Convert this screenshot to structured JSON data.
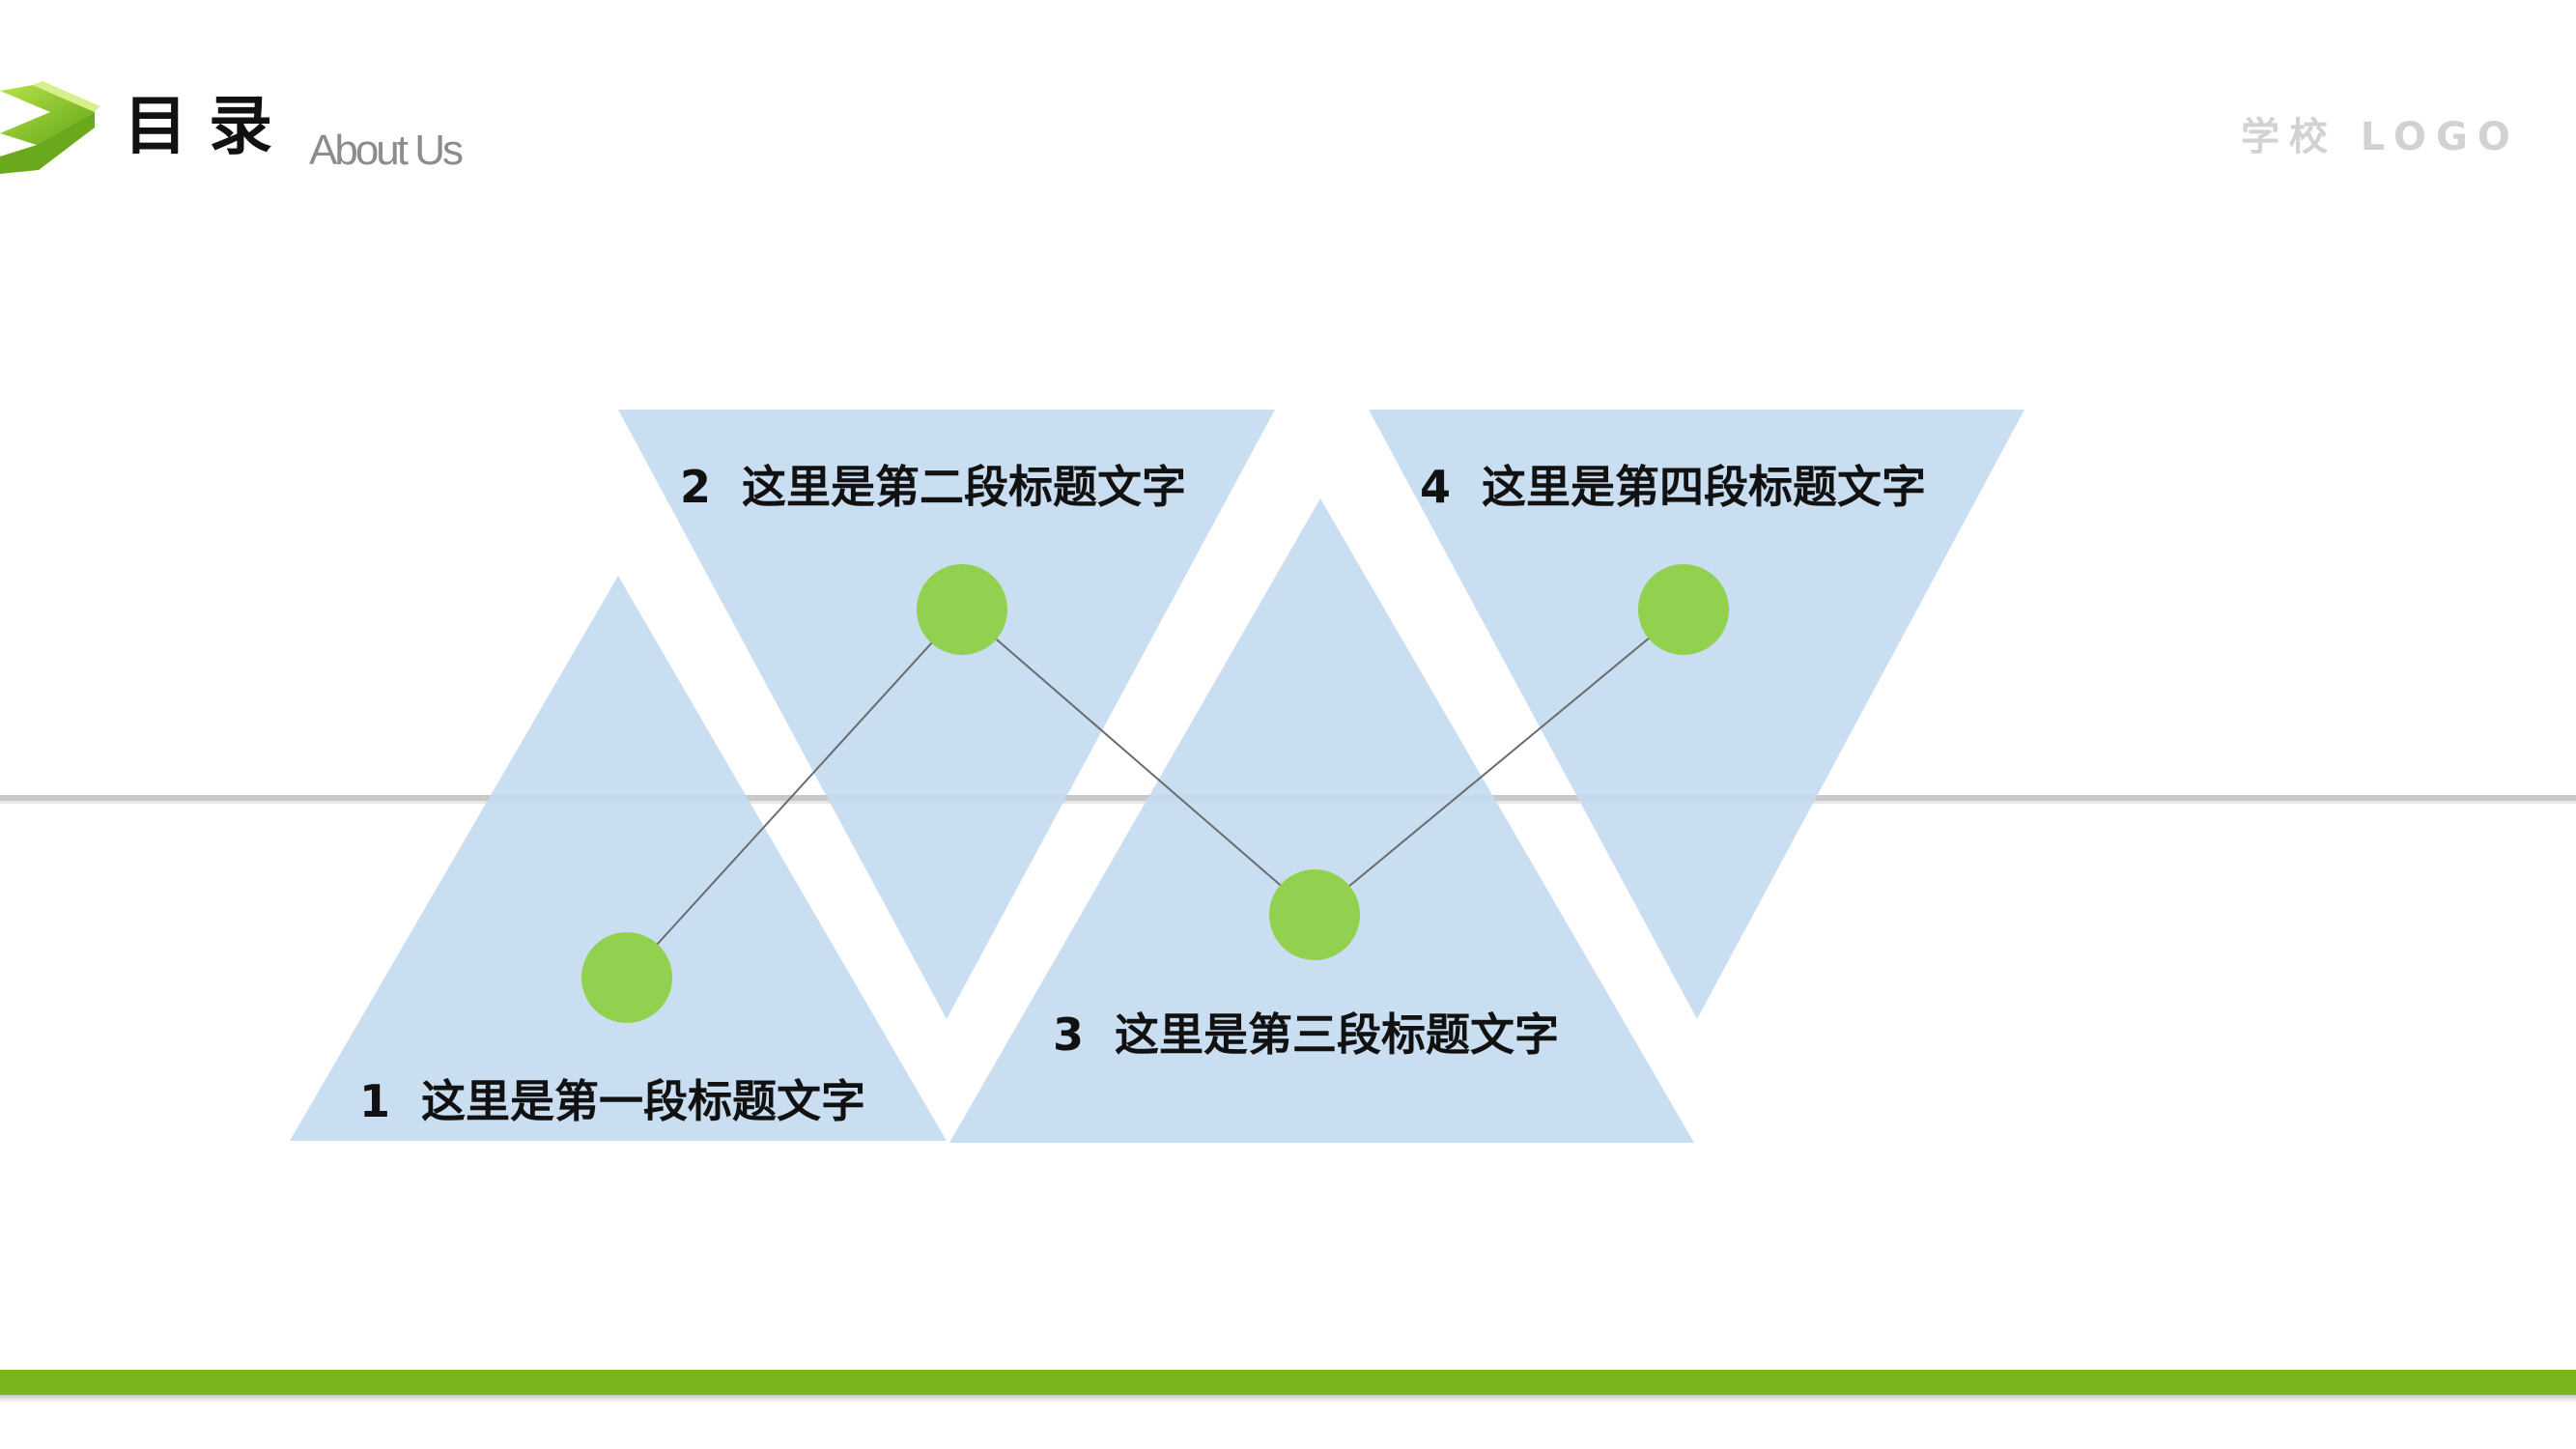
{
  "header": {
    "title": "目录",
    "subtitle": "About Us",
    "school_logo": "学校 LOGO"
  },
  "sections": [
    {
      "number": "1",
      "label": "1  这里是第一段标题文字"
    },
    {
      "number": "2",
      "label": "2  这里是第二段标题文字"
    },
    {
      "number": "3",
      "label": "3  这里是第三段标题文字"
    },
    {
      "number": "4",
      "label": "4  这里是第四段标题文字"
    }
  ],
  "colors": {
    "accent_green": "#7ab51d",
    "dot_green": "#92d050",
    "triangle_blue": "#c6dbf0",
    "connector_line": "#6b6b6b",
    "divider_gray": "#c8c8c8"
  },
  "icons": {
    "header_arrow": "green-chevron-arrow-icon"
  }
}
